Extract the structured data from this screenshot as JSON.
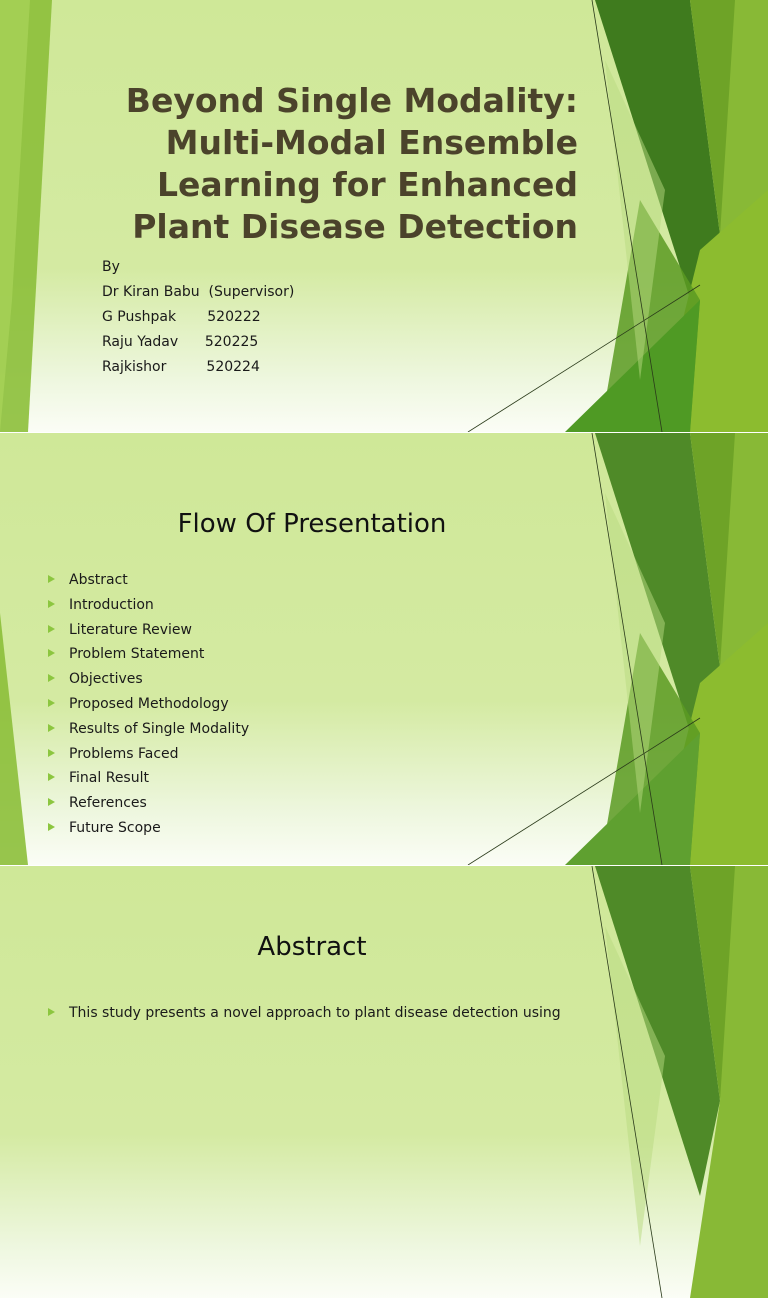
{
  "slides": [
    {
      "title_lines": [
        "Beyond Single Modality:",
        "Multi-Modal Ensemble",
        "Learning for Enhanced",
        "Plant Disease Detection"
      ],
      "byline": [
        "By",
        "Dr Kiran Babu  (Supervisor)",
        "G Pushpak       520222",
        "Raju Yadav      520225",
        "Rajkishor         520224"
      ]
    },
    {
      "title": "Flow Of Presentation",
      "bullets": [
        "Abstract",
        "Introduction",
        "Literature Review",
        "Problem Statement",
        "Objectives",
        "Proposed Methodology",
        "Results of Single Modality",
        "Problems Faced",
        "Final Result",
        "References",
        "Future Scope"
      ]
    },
    {
      "title": "Abstract",
      "bullets": [
        "This study presents a novel approach to plant disease detection using"
      ]
    }
  ],
  "colors": {
    "background": "#d4eaa2",
    "title_text": "#4b432b",
    "bullet": "#8cc63f"
  },
  "icons": {
    "bullet": "triangle-bullet-icon"
  }
}
